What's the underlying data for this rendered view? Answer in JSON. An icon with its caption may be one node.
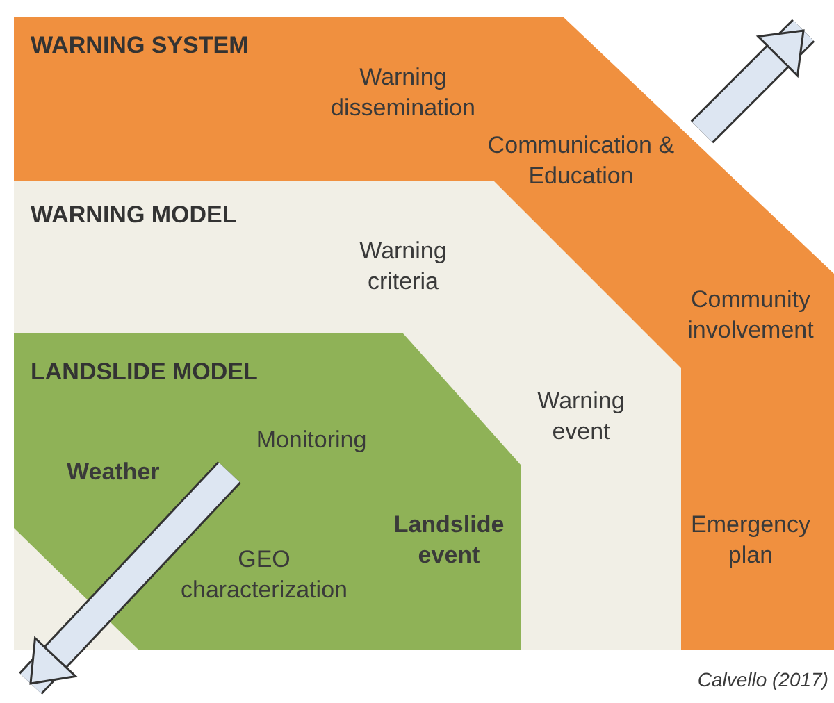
{
  "diagram": {
    "nodes": [
      {
        "text": [
          "WARNING SYSTEM",
          "Warning dissemination",
          "Communication & Education",
          "Community involvement",
          "Emergency plan"
        ]
      },
      {
        "text": [
          "WARNING MODEL",
          "Warning criteria",
          "Warning event"
        ],
        "in": 0
      },
      {
        "text": [
          "LANDSLIDE MODEL",
          "Monitoring",
          "Weather",
          "GEO characterization",
          "Landslide event"
        ],
        "in": 1
      }
    ],
    "edges": [
      {
        "from": 0,
        "to": null,
        "arrow": "to"
      },
      {
        "from": 2,
        "to": null,
        "arrow": "to"
      }
    ],
    "labels": [
      "Calvello (2017)"
    ]
  }
}
